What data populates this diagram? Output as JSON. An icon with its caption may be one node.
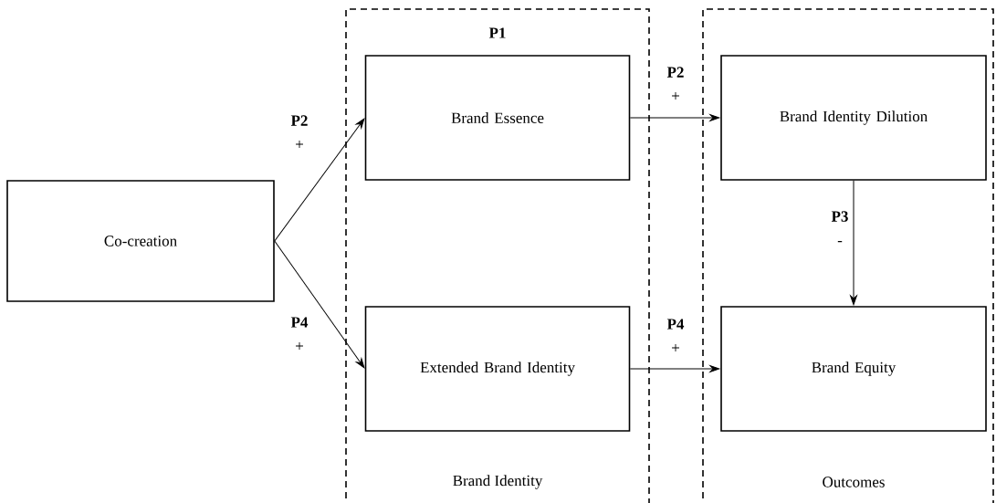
{
  "diagram": {
    "nodes": [
      {
        "text": [
          "Co-creation"
        ]
      },
      {
        "text": [
          "P1",
          "Brand Identity"
        ]
      },
      {
        "text": [
          "Brand Essence"
        ],
        "in": 1
      },
      {
        "text": [
          "Extended Brand Identity"
        ],
        "in": 1
      },
      {
        "text": [
          "Outcomes"
        ]
      },
      {
        "text": [
          "Brand Identity Dilution"
        ],
        "in": 4
      },
      {
        "text": [
          "Brand Equity"
        ],
        "in": 4
      }
    ],
    "edges": [
      {
        "from": 0,
        "to": 2,
        "arrow": "to",
        "label": "**P2** +"
      },
      {
        "from": 0,
        "to": 3,
        "arrow": "to",
        "label": "**P4** +"
      },
      {
        "from": 2,
        "to": 5,
        "arrow": "to",
        "label": "**P2** +"
      },
      {
        "from": 3,
        "to": 6,
        "arrow": "to",
        "label": "**P4** +"
      },
      {
        "from": 5,
        "to": 6,
        "arrow": "to",
        "label": "**P3** -"
      }
    ]
  }
}
